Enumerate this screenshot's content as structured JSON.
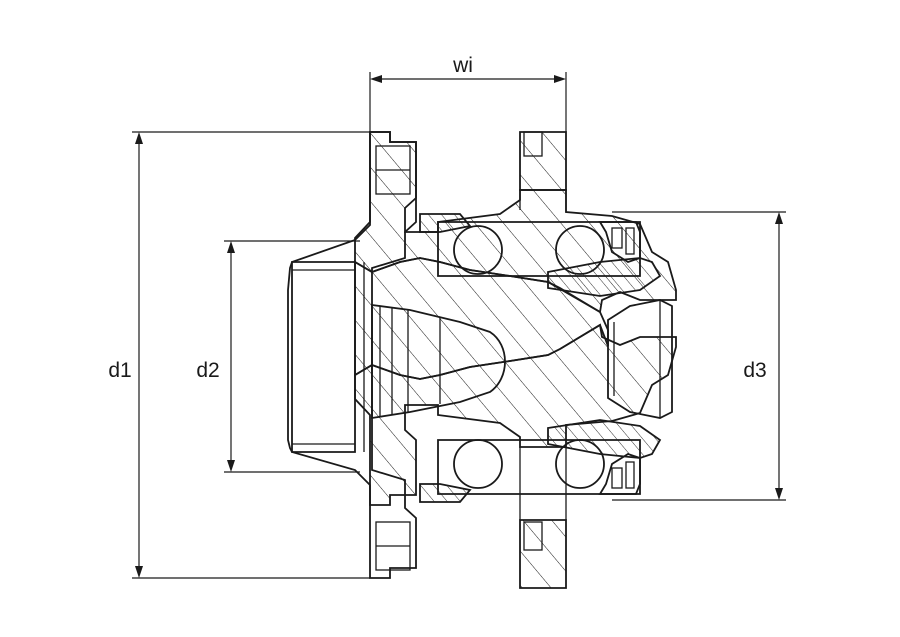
{
  "drawing": {
    "labels": {
      "wi": "wi",
      "d1": "d1",
      "d2": "d2",
      "d3": "d3"
    },
    "colors": {
      "line": "#1a1a1a",
      "background": "#ffffff",
      "hatch": "#1a1a1a"
    }
  }
}
